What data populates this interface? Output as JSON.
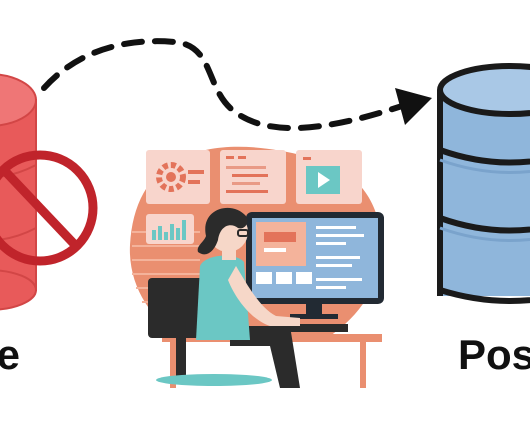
{
  "labels": {
    "left_fragment": "e",
    "right_fragment": "Post"
  },
  "icons": {
    "source_database": "red-database-icon",
    "blocked": "prohibition-sign-icon",
    "arrow": "dashed-curved-arrow-icon",
    "target_database": "blue-database-icon",
    "person": "person-at-computer-illustration"
  },
  "colors": {
    "source_db": "#e85a5a",
    "blocked_sign": "#c0242b",
    "target_db": "#8fb6db",
    "outline": "#1a1a1a",
    "blob": "#ea8f70",
    "teal": "#6bc7c4",
    "panels": "#f8d5cc"
  }
}
